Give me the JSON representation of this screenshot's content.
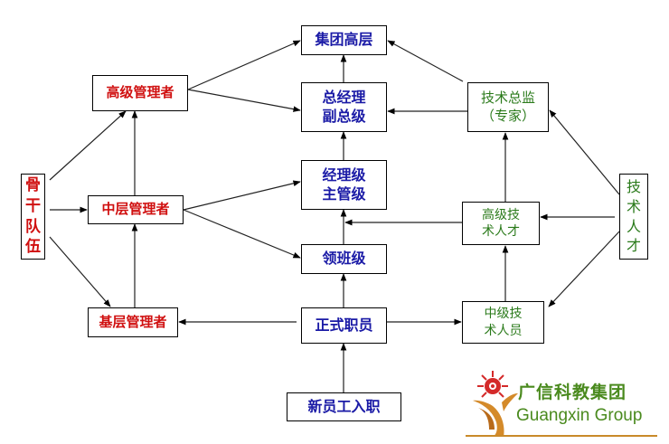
{
  "diagram": {
    "center_column": [
      {
        "id": "group-top",
        "label": "集团高层"
      },
      {
        "id": "gm",
        "lines": [
          "总经理",
          "副总级"
        ]
      },
      {
        "id": "manager",
        "lines": [
          "经理级",
          "主管级"
        ]
      },
      {
        "id": "foreman",
        "label": "领班级"
      },
      {
        "id": "staff",
        "label": "正式职员"
      },
      {
        "id": "new-hire",
        "label": "新员工入职"
      }
    ],
    "management_track": {
      "senior": "高级管理者",
      "middle": "中层管理者",
      "junior": "基层管理者",
      "backbone_chars": [
        "骨",
        "干",
        "队",
        "伍"
      ]
    },
    "technical_track": {
      "director": [
        "技术总监",
        "（专家）"
      ],
      "senior": [
        "高级技",
        "术人才"
      ],
      "middle": [
        "中级技",
        "术人员"
      ],
      "talent_chars": [
        "技",
        "术",
        "人",
        "才"
      ]
    }
  },
  "logo": {
    "name_cn": "广信科教集团",
    "name_en": "Guangxin  Group"
  },
  "colors": {
    "center_text": "#1a1aa6",
    "management_text": "#d01010",
    "technical_text": "#2a7a1a",
    "logo_text": "#4a8a1e",
    "logo_line": "#c98a2a"
  }
}
